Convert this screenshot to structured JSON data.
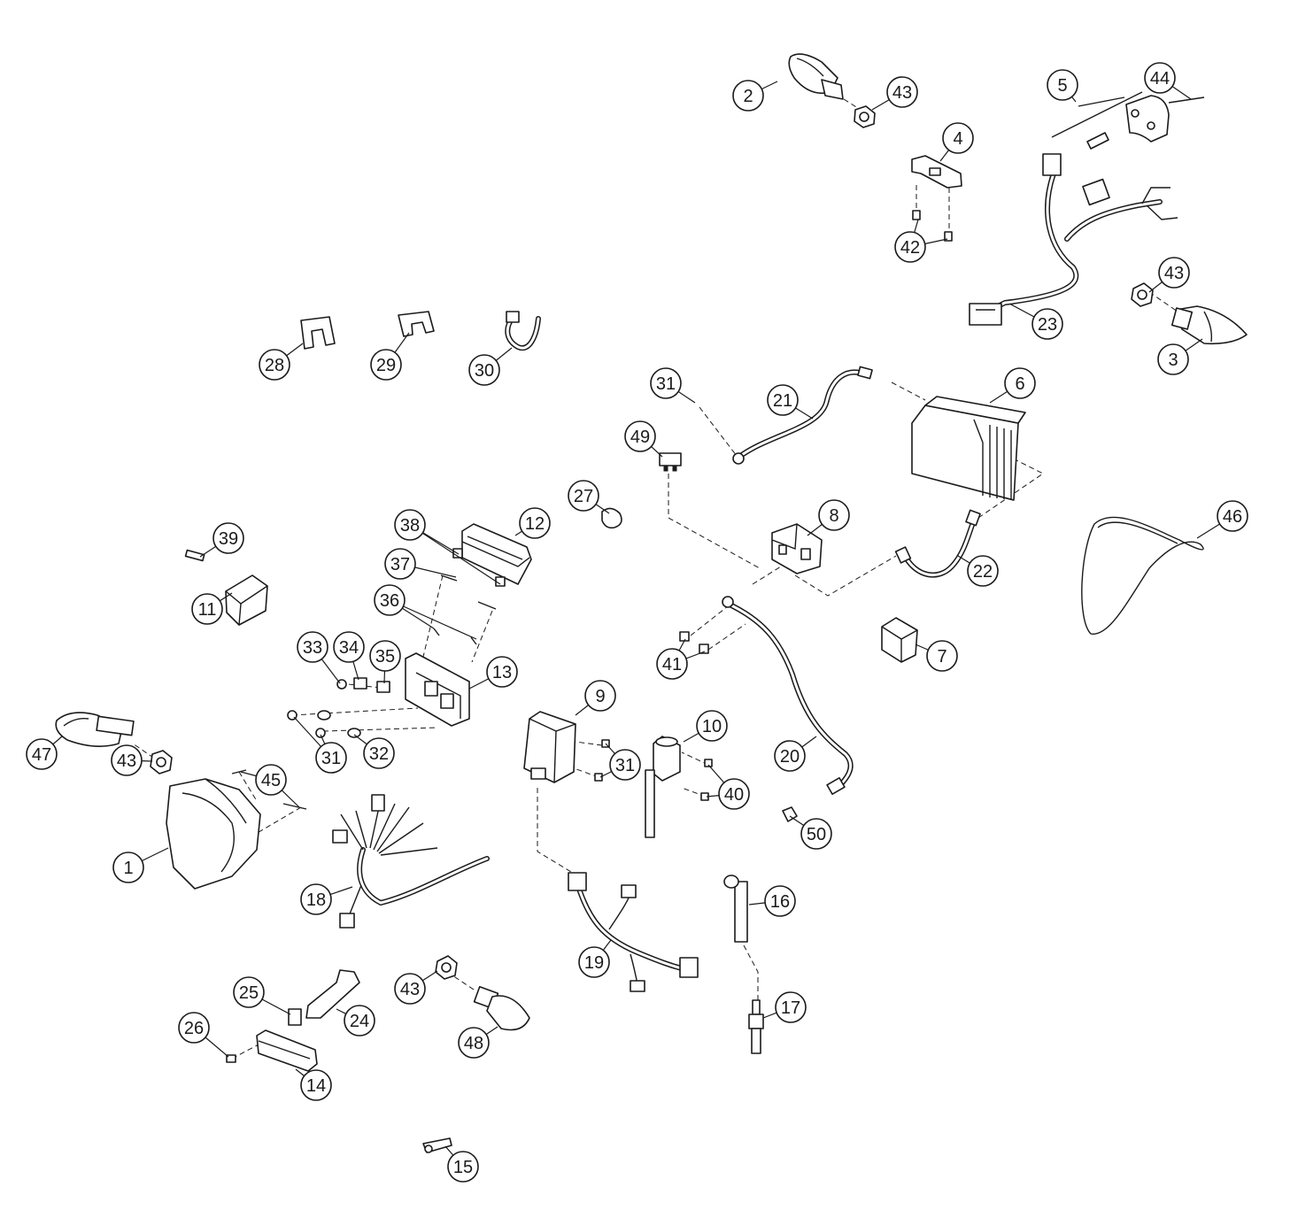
{
  "colors": {
    "line": "#1a1a1a",
    "background": "#ffffff"
  },
  "callouts": [
    "2",
    "43",
    "44",
    "5",
    "4",
    "42",
    "43",
    "23",
    "3",
    "28",
    "29",
    "30",
    "31",
    "21",
    "6",
    "49",
    "27",
    "8",
    "46",
    "12",
    "38",
    "39",
    "37",
    "22",
    "36",
    "11",
    "41",
    "7",
    "33",
    "34",
    "35",
    "13",
    "9",
    "10",
    "47",
    "31",
    "32",
    "31",
    "20",
    "43",
    "40",
    "45",
    "50",
    "1",
    "16",
    "18",
    "19",
    "43",
    "25",
    "24",
    "17",
    "26",
    "48",
    "14",
    "15"
  ]
}
